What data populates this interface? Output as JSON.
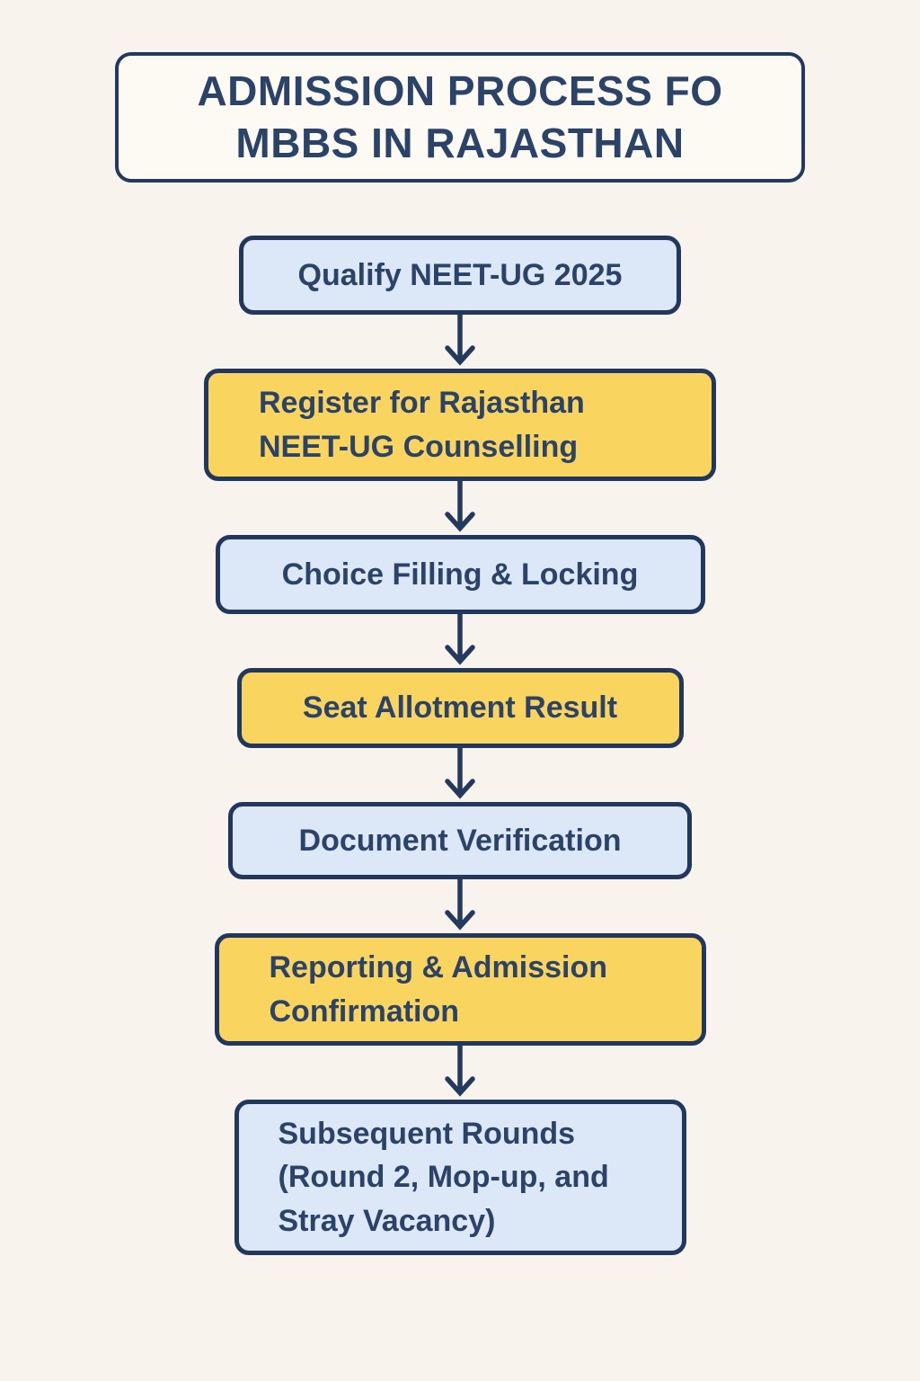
{
  "title": {
    "line1": "ADMISSION PROCESS FO",
    "line2": "MBBS IN RAJASTHAN"
  },
  "steps": [
    {
      "label": "Qualify NEET-UG 2025",
      "color": "blue"
    },
    {
      "label": "Register for Rajasthan NEET-UG Counselling",
      "color": "yellow"
    },
    {
      "label": "Choice Filling & Locking",
      "color": "blue"
    },
    {
      "label": "Seat Allotment Result",
      "color": "yellow"
    },
    {
      "label": "Document Verification",
      "color": "blue"
    },
    {
      "label": "Reporting & Admission Confirmation",
      "color": "yellow"
    },
    {
      "label": "Subsequent Rounds (Round 2, Mop-up, and Stray Vacancy)",
      "color": "blue"
    }
  ],
  "icons": {
    "arrow_down": "↓"
  },
  "colors": {
    "background": "#F8F3EC",
    "title_fill": "#FDFAF4",
    "blue_fill": "#DCE7F8",
    "yellow_fill": "#F9D45F",
    "border_navy": "#22375E",
    "text_navy": "#2B4368"
  }
}
